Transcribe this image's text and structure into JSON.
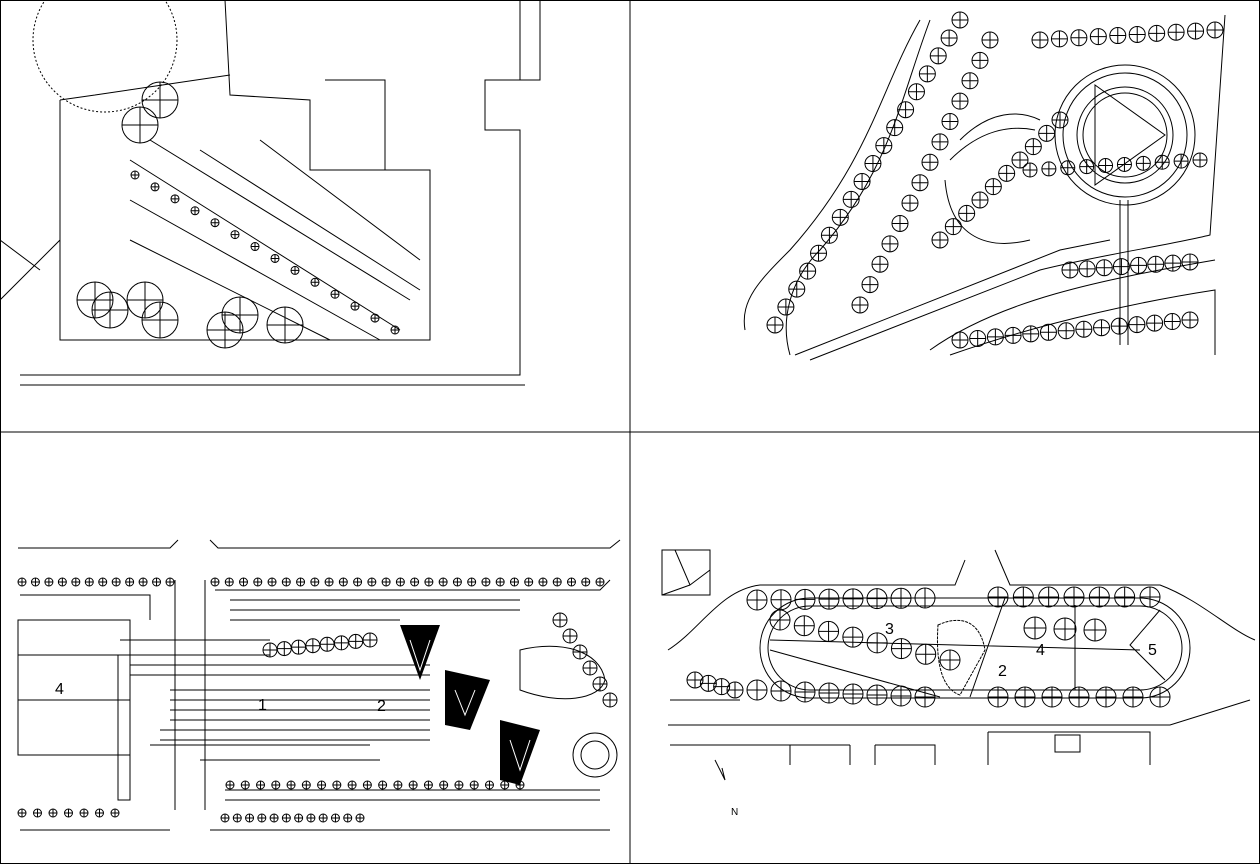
{
  "panels": [
    {
      "name": "courtyard-plan",
      "labels": []
    },
    {
      "name": "circular-plaza-plan",
      "labels": []
    },
    {
      "name": "linear-garden-plan",
      "labels": {
        "zone_4": "4",
        "zone_1": "1",
        "zone_2": "2"
      }
    },
    {
      "name": "oval-park-plan",
      "labels": {
        "zone_3": "3",
        "zone_2": "2",
        "zone_4": "4",
        "zone_5": "5",
        "north": "N"
      }
    }
  ],
  "colors": {
    "line": "#000000",
    "background": "#ffffff"
  }
}
